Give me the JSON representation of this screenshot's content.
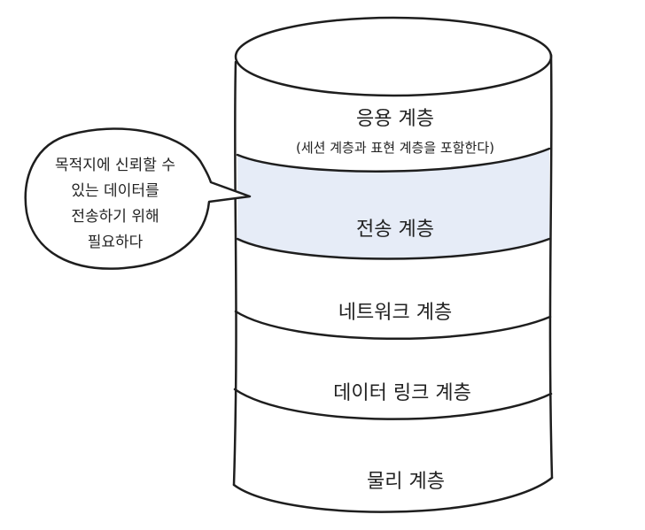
{
  "diagram": {
    "layers": [
      {
        "id": "application",
        "title": "응용 계층",
        "subtitle": "(세션 계층과 표현 계층을 포함한다)",
        "highlighted": false
      },
      {
        "id": "transport",
        "title": "전송 계층",
        "highlighted": true
      },
      {
        "id": "network",
        "title": "네트워크 계층",
        "highlighted": false
      },
      {
        "id": "datalink",
        "title": "데이터 링크 계층",
        "highlighted": false
      },
      {
        "id": "physical",
        "title": "물리 계층",
        "highlighted": false
      }
    ],
    "callout": {
      "lines": [
        "목적지에 신뢰할 수",
        "있는 데이터를",
        "전송하기 위해",
        "필요하다"
      ]
    }
  },
  "colors": {
    "stroke": "#1e1e1e",
    "highlight": "#e6ecf7",
    "background": "#ffffff",
    "text": "#222222"
  }
}
